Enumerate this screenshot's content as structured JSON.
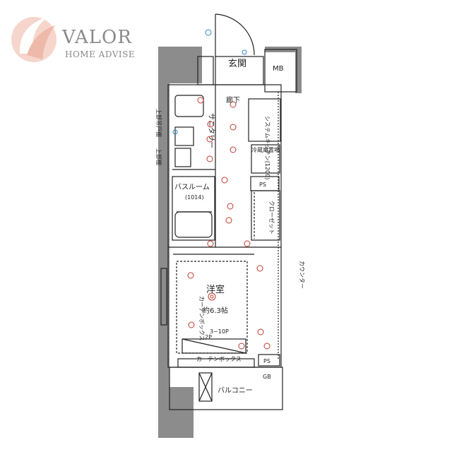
{
  "logo": {
    "name": "VALOR",
    "tagline": "HOME ADVISE",
    "colors": {
      "swirl": "#f3c9bd",
      "text": "#8a8a8a"
    }
  },
  "rooms": {
    "genkan": "玄関",
    "mb": "MB",
    "rouka": "廊下",
    "sanitary": "サニタリー",
    "bathroom": "バスルーム",
    "bath_size": "(1014)",
    "youshitsu": "洋室",
    "youshitsu_size": "約6.3帖",
    "balcony": "バルコニー",
    "ps_upper": "PS",
    "ps_lower": "PS",
    "gb": "GB"
  },
  "notes": {
    "closet": "クローゼット",
    "kitchen": "システムキッチン(1200)",
    "fridge": "冷蔵庫置場",
    "upper_shelf_1": "上部吊戸棚",
    "upper_shelf_2": "上部棚",
    "counter": "カウンター",
    "curtain_box_left": "カーテンボックス",
    "curtain_box_bottom": "カーテンボックス",
    "range": "3~10P",
    "range_sub": "2P"
  },
  "colors": {
    "wall": "#8c8c8c",
    "line": "#222222",
    "red": "#c0392b",
    "blue": "#2e86c1"
  }
}
